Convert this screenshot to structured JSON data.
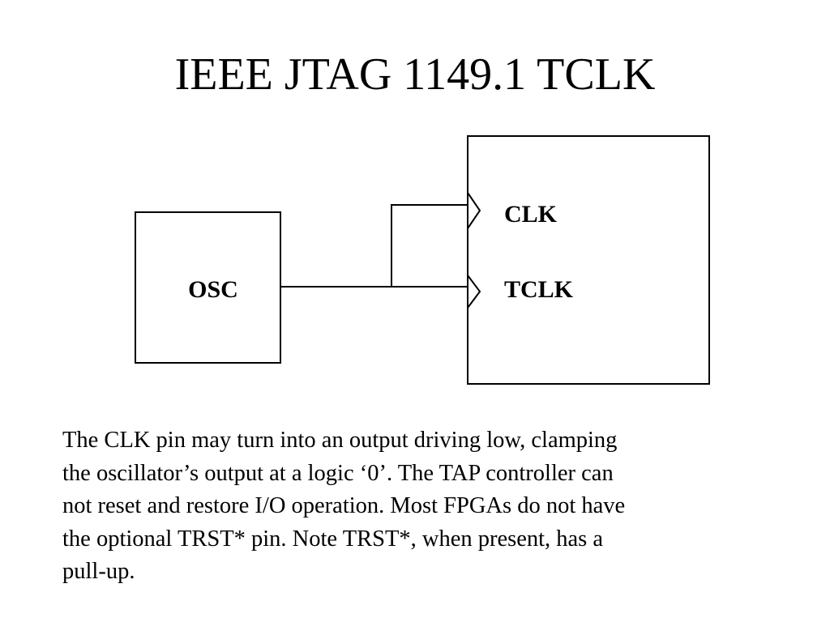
{
  "slide": {
    "title": "IEEE JTAG 1149.1 TCLK",
    "body_lines": [
      "The CLK pin may turn into an output driving low, clamping",
      "the oscillator’s output at a logic ‘0’.  The TAP controller can",
      "not reset and restore I/O operation.  Most FPGAs do not have",
      "the optional TRST* pin.  Note TRST*, when present, has a",
      "pull-up."
    ]
  },
  "diagram": {
    "osc_label": "OSC",
    "pins": [
      {
        "label": "CLK"
      },
      {
        "label": "TCLK"
      }
    ]
  }
}
